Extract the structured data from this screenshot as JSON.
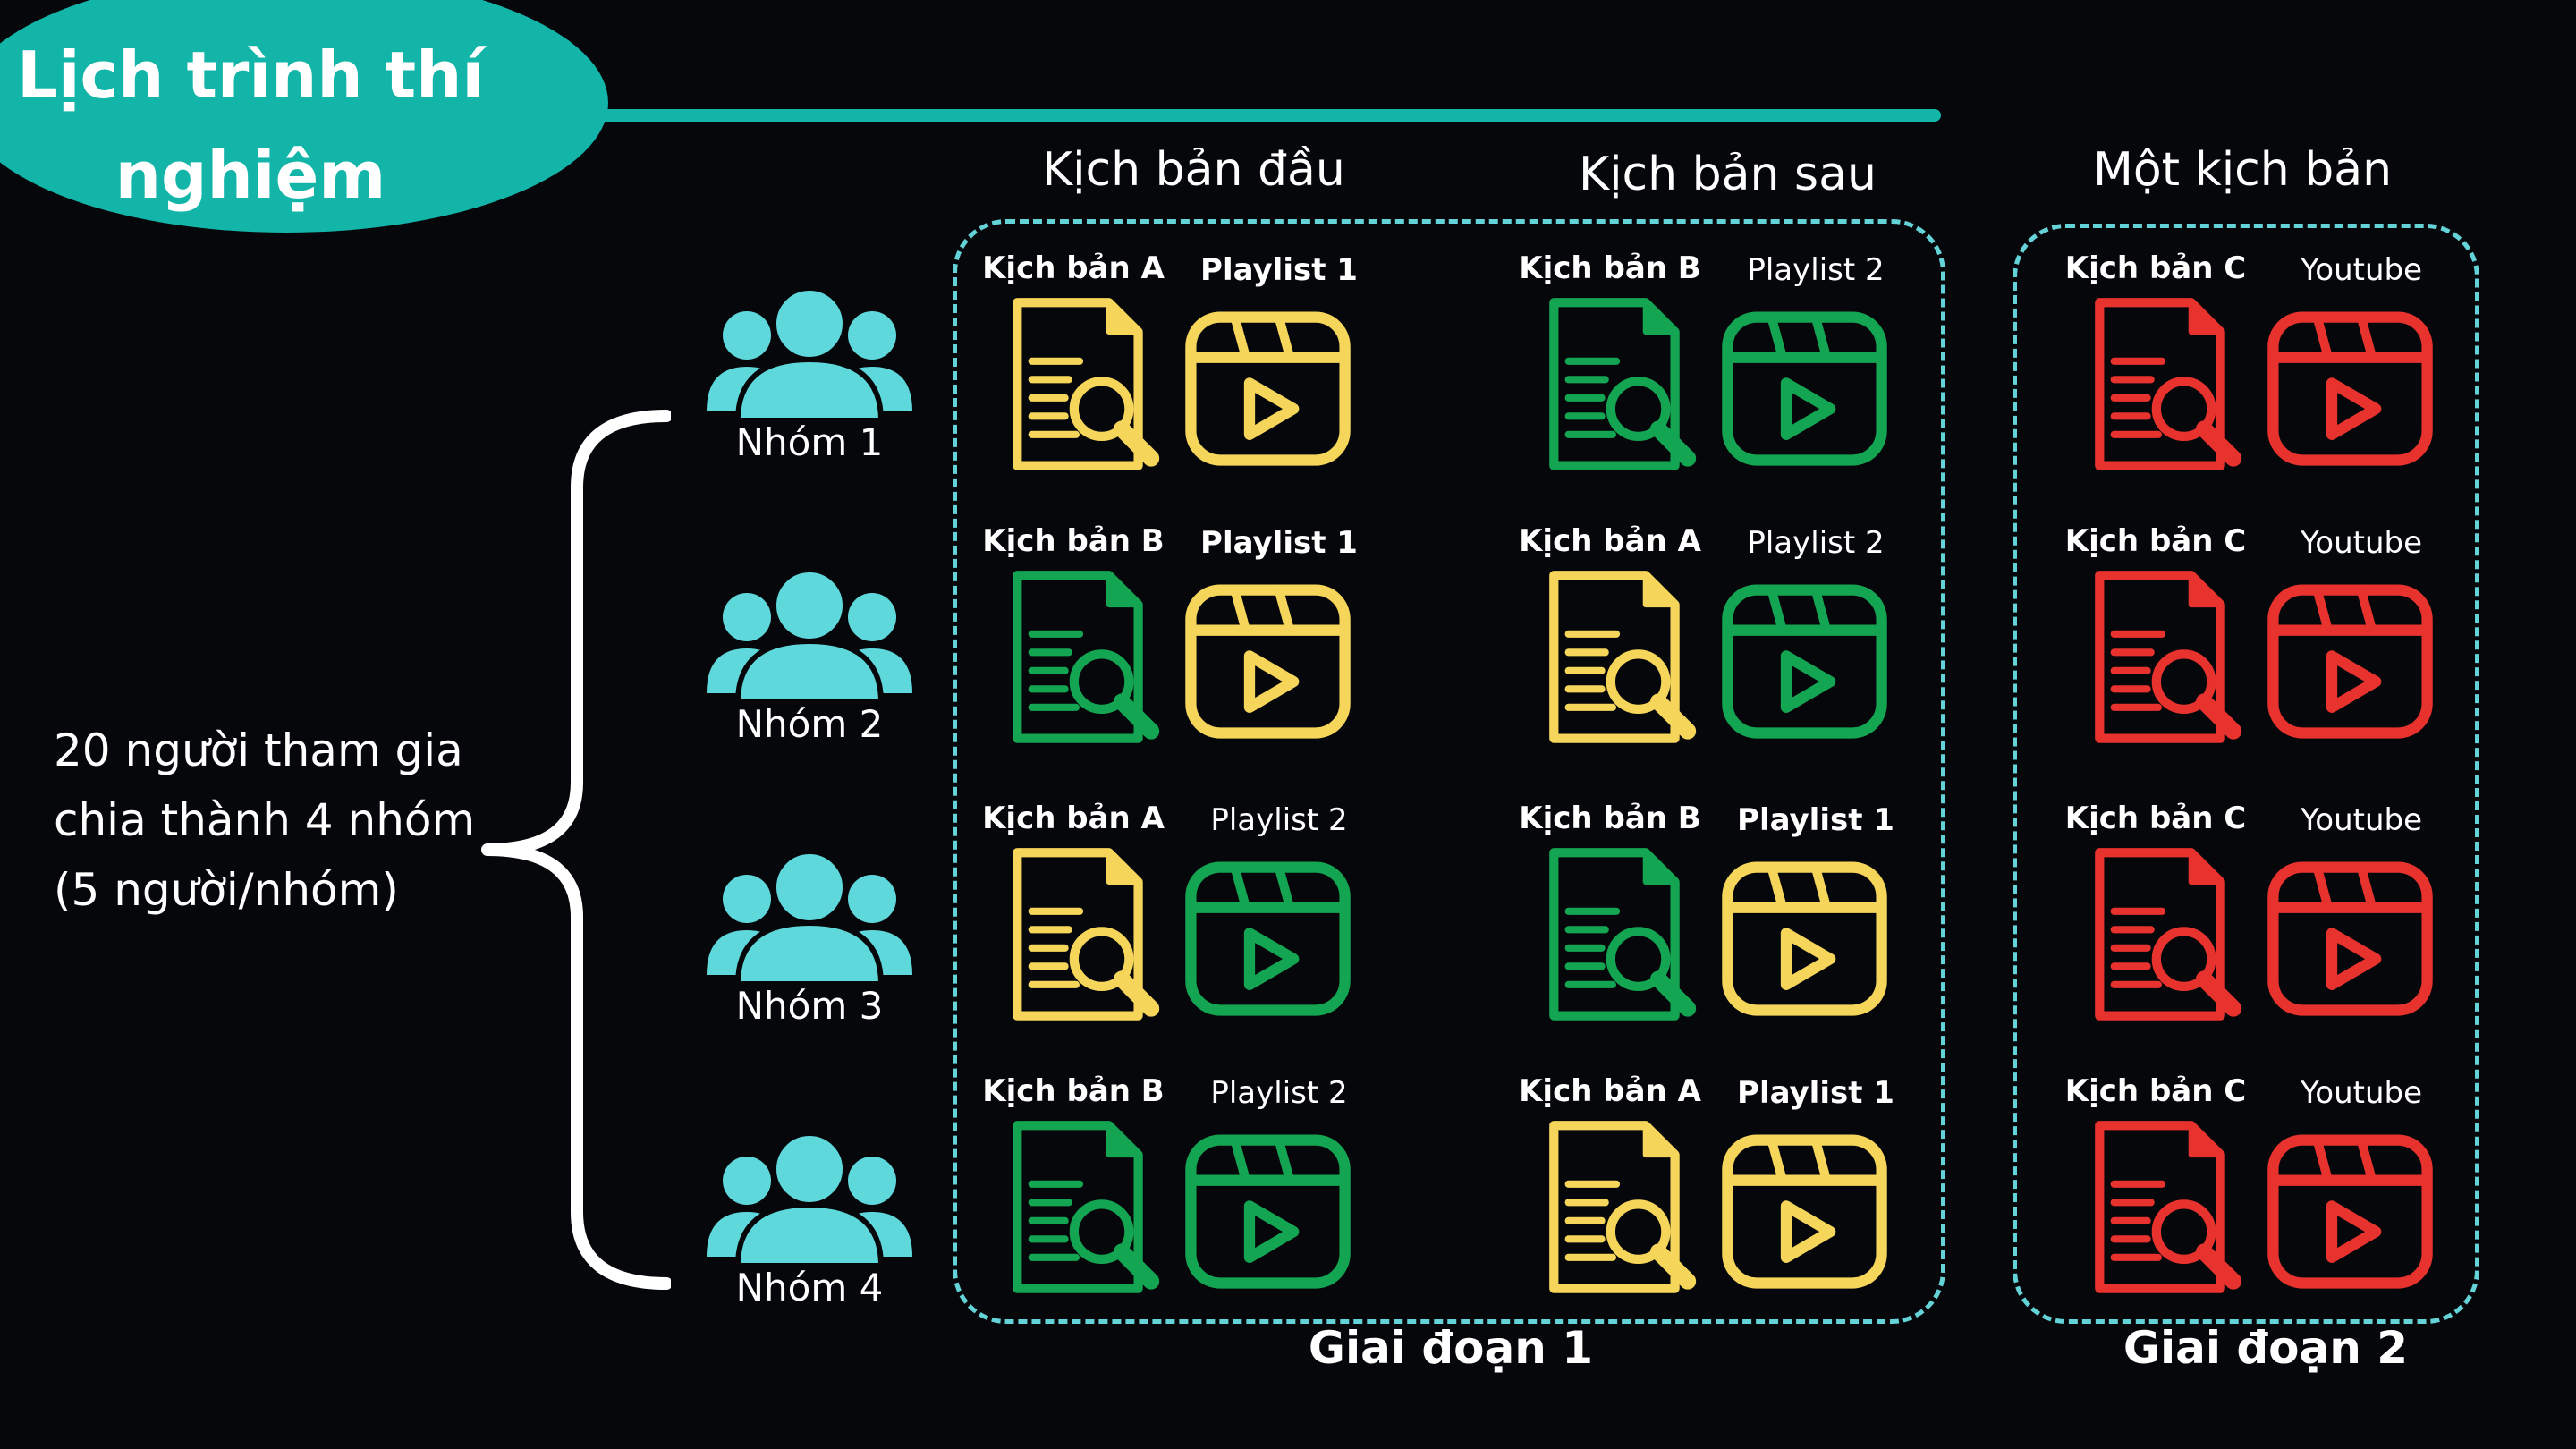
{
  "title": {
    "line1": "Lịch trình thí",
    "line2": "nghiệm"
  },
  "description": {
    "line1": "20 người tham gia",
    "line2": "chia thành 4 nhóm",
    "line3": "(5 người/nhóm)"
  },
  "columns": {
    "first": "Kịch bản đầu",
    "second": "Kịch bản sau",
    "third": "Một kịch bản"
  },
  "stages": {
    "stage1": "Giai đoạn 1",
    "stage2": "Giai đoạn 2"
  },
  "groups": [
    "Nhóm 1",
    "Nhóm 2",
    "Nhóm 3",
    "Nhóm 4"
  ],
  "colors": {
    "background": "#06070b",
    "accent": "#13b5a8",
    "people": "#5fd8dc",
    "dashed_border": "#64d3d8",
    "yellow": "#f5d55a",
    "green": "#14a552",
    "red": "#e8322e"
  },
  "icons": {
    "people": "people-group-icon",
    "document": "document-search-icon",
    "video": "video-play-icon"
  },
  "cells": [
    [
      {
        "script": "Kịch bản A",
        "media": "Playlist 1",
        "color": "yellow",
        "script_bold": true,
        "media_bold": true
      },
      {
        "script": "Kịch bản B",
        "media": "Playlist 2",
        "color": "green",
        "script_bold": true,
        "media_bold": false
      },
      {
        "script": "Kịch bản C",
        "media": "Youtube",
        "color": "red",
        "script_bold": true,
        "media_bold": false
      }
    ],
    [
      {
        "script": "Kịch bản B",
        "media": "Playlist 1",
        "color": "green",
        "media_color": "yellow",
        "script_bold": true,
        "media_bold": true
      },
      {
        "script": "Kịch bản A",
        "media": "Playlist 2",
        "color": "yellow",
        "media_color": "green",
        "script_bold": true,
        "media_bold": false
      },
      {
        "script": "Kịch bản C",
        "media": "Youtube",
        "color": "red",
        "script_bold": true,
        "media_bold": false
      }
    ],
    [
      {
        "script": "Kịch bản A",
        "media": "Playlist 2",
        "color": "yellow",
        "media_color": "green",
        "script_bold": true,
        "media_bold": false
      },
      {
        "script": "Kịch bản B",
        "media": "Playlist 1",
        "color": "green",
        "media_color": "yellow",
        "script_bold": true,
        "media_bold": true
      },
      {
        "script": "Kịch bản C",
        "media": "Youtube",
        "color": "red",
        "script_bold": true,
        "media_bold": false
      }
    ],
    [
      {
        "script": "Kịch bản B",
        "media": "Playlist 2",
        "color": "green",
        "script_bold": true,
        "media_bold": false
      },
      {
        "script": "Kịch bản A",
        "media": "Playlist 1",
        "color": "yellow",
        "script_bold": true,
        "media_bold": true
      },
      {
        "script": "Kịch bản C",
        "media": "Youtube",
        "color": "red",
        "script_bold": true,
        "media_bold": false
      }
    ]
  ]
}
